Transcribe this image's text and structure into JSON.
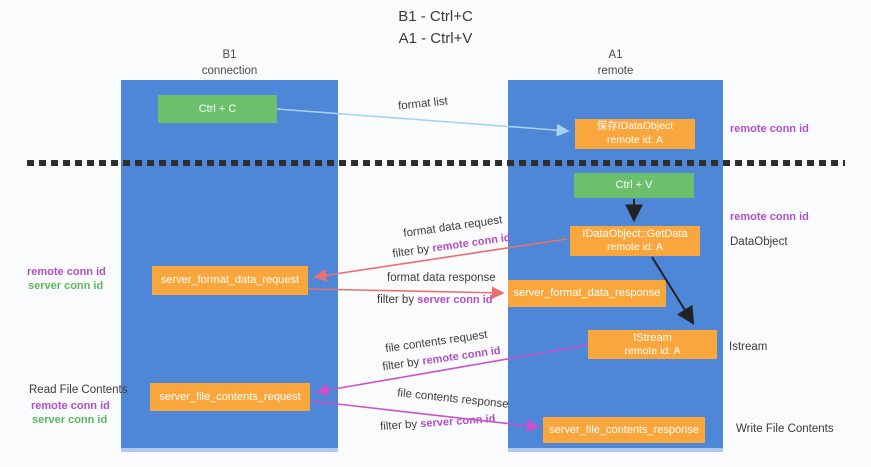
{
  "title": {
    "line1": "B1 - Ctrl+C",
    "line2": "A1 - Ctrl+V"
  },
  "lanes": {
    "left": {
      "title": "B1",
      "subtitle": "connection"
    },
    "right": {
      "title": "A1",
      "subtitle": "remote"
    }
  },
  "boxes": {
    "ctrl_c": {
      "label": "Ctrl + C"
    },
    "ctrl_v": {
      "label": "Ctrl + V"
    },
    "save_dataobject": {
      "line1": "保存IDataObject",
      "line2": "remote id: A"
    },
    "getdata": {
      "line1": "IDataObject::GetData",
      "line2": "remote id: A"
    },
    "istream_box": {
      "line1": "IStream",
      "line2": "remote id: A"
    },
    "format_request": {
      "label": "server_format_data_request"
    },
    "format_response": {
      "label": "server_format_data_response"
    },
    "file_request": {
      "label": "server_file_contents_request"
    },
    "file_response": {
      "label": "server_file_contents_response"
    }
  },
  "labels": {
    "format_list": "format list",
    "format_data_request": "format data request",
    "format_data_response": "format data response",
    "file_contents_request": "file contents request",
    "file_contents_response": "file contents response",
    "filter_by": "filter by",
    "remote_conn_id": "remote conn id",
    "server_conn_id": "server conn id",
    "read_file_contents": "Read File Contents",
    "write_file_contents": "Write File Contents",
    "dataobject": "DataObject",
    "istream": "Istream"
  },
  "colors": {
    "lane_blue": "#4e86d8",
    "box_green": "#6cbf6b",
    "box_orange": "#f9a63c",
    "purple_text": "#b04fc8",
    "green_text": "#5cb85c",
    "arrow_light_blue": "#a6d3f2",
    "arrow_red": "#e9706e",
    "arrow_magenta": "#cb51c8",
    "arrow_black": "#222222"
  }
}
